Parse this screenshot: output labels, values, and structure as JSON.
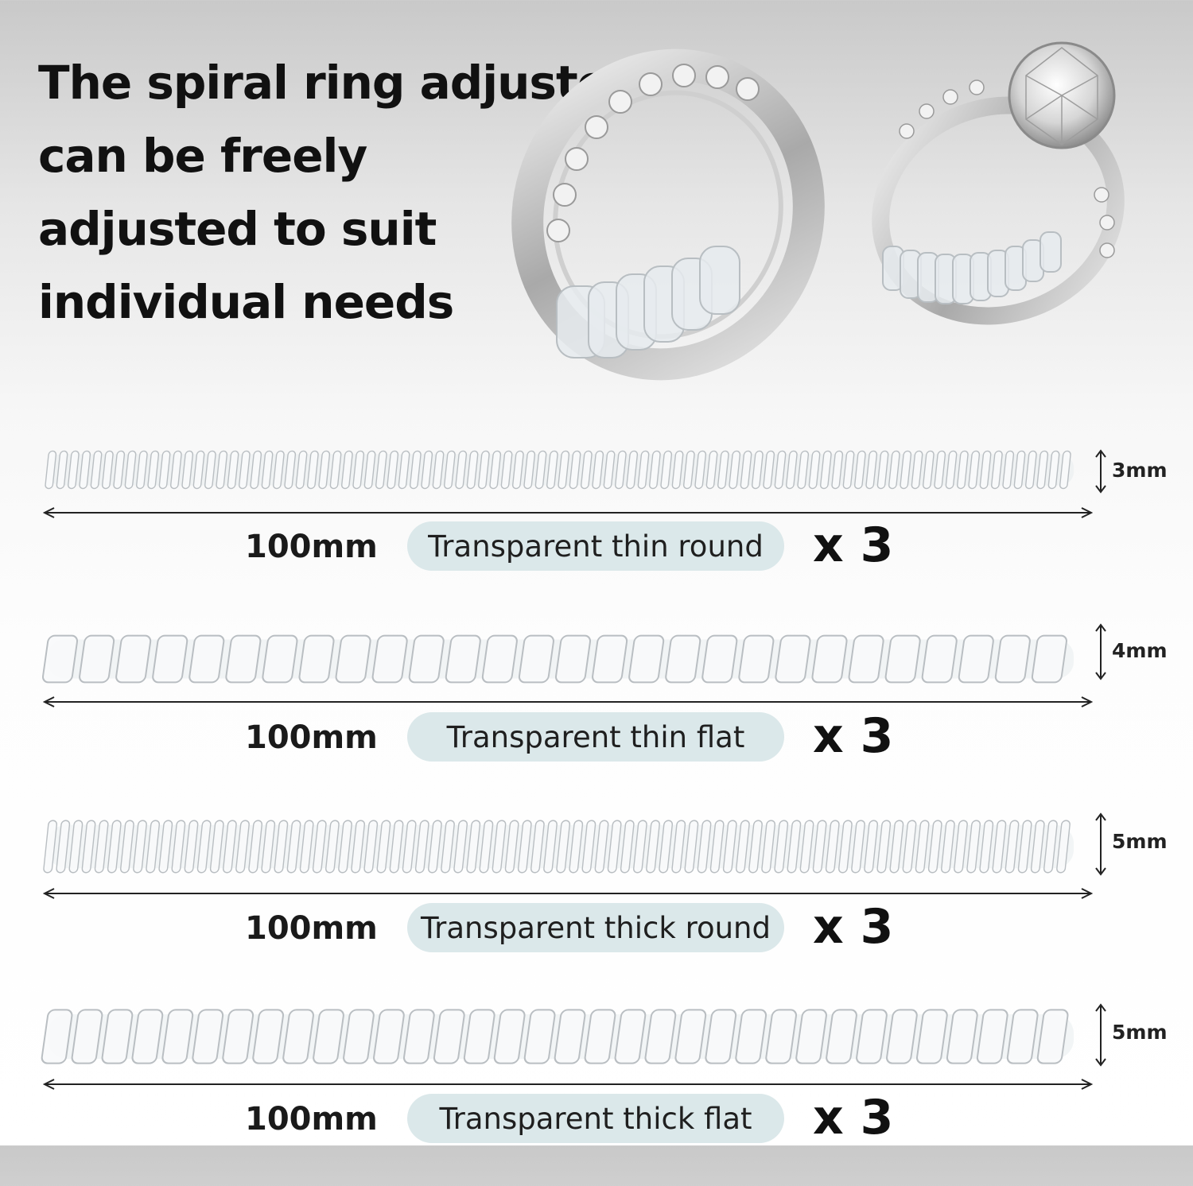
{
  "headline": {
    "lines": [
      "The spiral ring adjuster",
      "can be freely",
      "adjusted to suit",
      "individual needs"
    ]
  },
  "products": [
    {
      "thickness": "3mm",
      "length": "100mm",
      "name": "Transparent thin round",
      "quantity": "x 3",
      "style": "round-thin"
    },
    {
      "thickness": "4mm",
      "length": "100mm",
      "name": "Transparent thin flat",
      "quantity": "x 3",
      "style": "flat-thin"
    },
    {
      "thickness": "5mm",
      "length": "100mm",
      "name": "Transparent thick round",
      "quantity": "x 3",
      "style": "round-thick"
    },
    {
      "thickness": "5mm",
      "length": "100mm",
      "name": "Transparent thick flat",
      "quantity": "x 3",
      "style": "flat-thick"
    }
  ],
  "colors": {
    "label_pill": "#dbe8ea",
    "text": "#111111",
    "spiral_stroke": "#b9bec2"
  }
}
